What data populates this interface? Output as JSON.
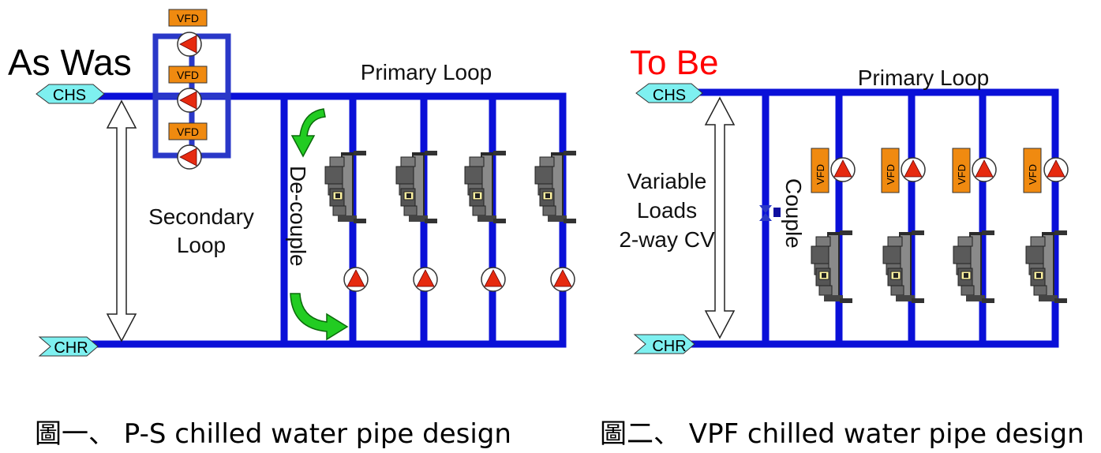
{
  "left": {
    "heading": "As Was",
    "primary_loop": "Primary Loop",
    "secondary_loop_line1": "Secondary",
    "secondary_loop_line2": "Loop",
    "decouple": "De-couple",
    "chs": "CHS",
    "chr": "CHR",
    "vfd": "VFD"
  },
  "right": {
    "heading": "To Be",
    "primary_loop": "Primary Loop",
    "loads_line1": "Variable",
    "loads_line2": "Loads",
    "loads_line3": "2-way CV",
    "couple": "Couple",
    "chs": "CHS",
    "chr": "CHR",
    "vfd": "VFD"
  },
  "captions": {
    "fig1": "圖一、 P-S chilled water pipe design",
    "fig2": "圖二、 VPF chilled water pipe design"
  },
  "colors": {
    "pipe": "#0a10d8",
    "pipe_header_box": "#2a38c8",
    "heading_left": "#000000",
    "heading_right": "#ff0000",
    "arrow_green": "#22cc22",
    "vfd_fill": "#f08a10",
    "pump_red": "#e62a10",
    "tag_fill": "#7ef0f0"
  }
}
